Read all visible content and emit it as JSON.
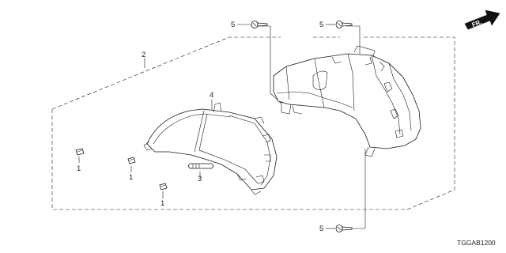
{
  "diagram": {
    "callouts": {
      "screw_top_left": "5",
      "screw_top_right": "5",
      "screw_bottom": "5",
      "assembly": "2",
      "lens": "4",
      "bulb": "3",
      "clip_left": "1",
      "clip_middle": "1",
      "clip_bottom": "1"
    },
    "direction_marker": "FR.",
    "diagram_code": "TGGAB1200"
  }
}
